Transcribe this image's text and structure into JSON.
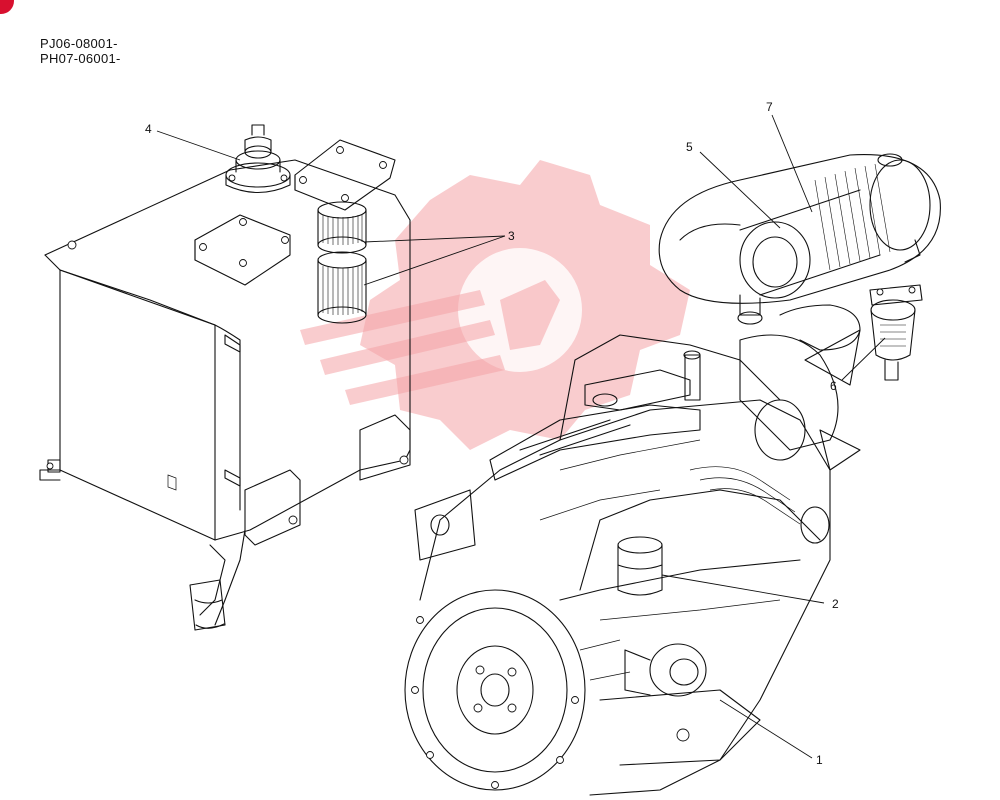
{
  "header": {
    "serial_ranges": [
      "PJ06-08001-",
      "PH07-06001-"
    ]
  },
  "callouts": [
    {
      "id": "callout-1",
      "label": "1"
    },
    {
      "id": "callout-2",
      "label": "2"
    },
    {
      "id": "callout-3",
      "label": "3"
    },
    {
      "id": "callout-4",
      "label": "4"
    },
    {
      "id": "callout-5",
      "label": "5"
    },
    {
      "id": "callout-6",
      "label": "6"
    },
    {
      "id": "callout-7",
      "label": "7"
    }
  ],
  "watermark": {
    "icon": "gear-logo-watermark",
    "color": "#f4a3a6"
  },
  "badge_color": "#d8102f"
}
